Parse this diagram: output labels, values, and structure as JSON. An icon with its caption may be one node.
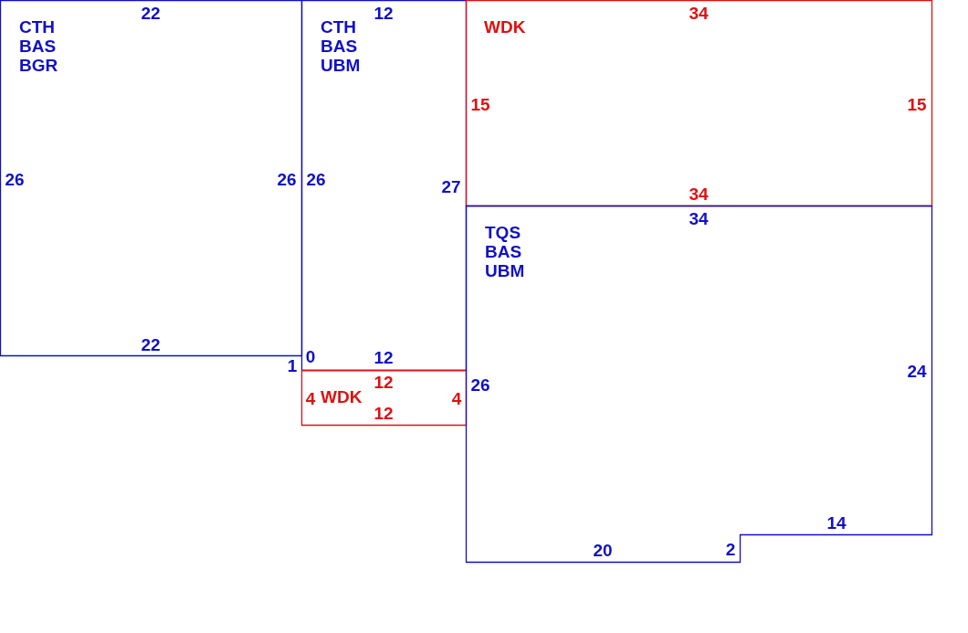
{
  "diagram": {
    "nodes": [
      {
        "text": [
          "CTH BAS BGR",
          "22",
          "26",
          "26",
          "22"
        ]
      },
      {
        "text": [
          "CTH BAS UBM",
          "12",
          "26",
          "27",
          "12"
        ]
      },
      {
        "text": [
          "WDK",
          "34",
          "15",
          "15",
          "34"
        ]
      },
      {
        "text": [
          "WDK",
          "12",
          "4",
          "4",
          "12"
        ]
      },
      {
        "text": [
          "TQS BAS UBM",
          "34",
          "26",
          "24",
          "14",
          "2",
          "20"
        ]
      }
    ],
    "labels": [
      "0",
      "1"
    ]
  }
}
